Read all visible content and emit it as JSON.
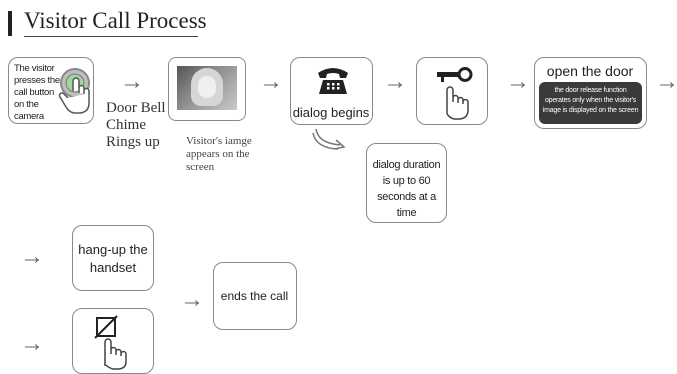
{
  "title": "Visitor Call Process",
  "steps": {
    "press_button": "The visitor presses the call button on the camera",
    "chime": "Door Bell Chime Rings up",
    "image_appears": "Visitor's iamge appears on the screen",
    "dialog_begins": "dialog begins",
    "open_door_title": "open the door",
    "open_door_note": "the door release function operates only when the visitor's image is displayed on the screen",
    "dialog_duration": "dialog duration is up to 60 seconds at a time",
    "hang_up": "hang-up the handset",
    "ends_call": "ends the call"
  },
  "icons": {
    "call_button": "call-button-icon",
    "photo": "visitor-photo",
    "telephone": "telephone-icon",
    "key": "key-icon",
    "press_hand": "hand-press-icon",
    "screen_off": "screen-off-icon"
  },
  "colors": {
    "border": "#8a8a8a",
    "arrow": "#666666",
    "open_door_panel": "#3a3a3a",
    "button_green": "#4fa857"
  }
}
